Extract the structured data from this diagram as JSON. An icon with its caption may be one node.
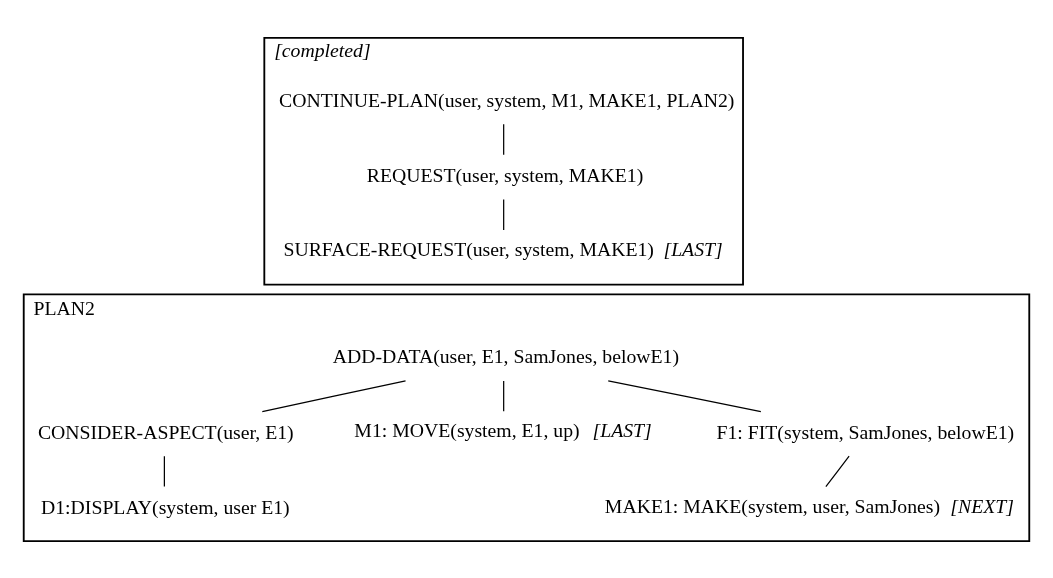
{
  "diagram": {
    "nodes": [
      {
        "text": [
          "[completed]"
        ]
      },
      {
        "text": [
          "CONTINUE-PLAN(user, system, M1, MAKE1, PLAN2)"
        ],
        "in": 0
      },
      {
        "text": [
          "REQUEST(user, system, MAKE1)"
        ],
        "in": 0
      },
      {
        "text": [
          "SURFACE-REQUEST(user, system, MAKE1)"
        ],
        "in": 0,
        "beside": [
          "[LAST]"
        ]
      },
      {
        "text": [
          "PLAN2"
        ]
      },
      {
        "text": [
          "ADD-DATA(user, E1, SamJones, belowE1)"
        ],
        "in": 4
      },
      {
        "text": [
          "CONSIDER-ASPECT(user, E1)"
        ],
        "in": 4
      },
      {
        "text": [
          "M1: MOVE(system, E1, up)"
        ],
        "in": 4,
        "beside": [
          "[LAST]"
        ]
      },
      {
        "text": [
          "F1: FIT(system, SamJones, belowE1)"
        ],
        "in": 4
      },
      {
        "text": [
          "D1:DISPLAY(system, user E1)"
        ],
        "in": 4
      },
      {
        "text": [
          "MAKE1: MAKE(system, user, SamJones)"
        ],
        "in": 4,
        "beside": [
          "[NEXT]"
        ]
      }
    ],
    "edges": [
      {
        "from": 1,
        "to": 2,
        "arrow": "none"
      },
      {
        "from": 2,
        "to": 3,
        "arrow": "none"
      },
      {
        "from": 5,
        "to": 6,
        "arrow": "none"
      },
      {
        "from": 5,
        "to": 7,
        "arrow": "none"
      },
      {
        "from": 5,
        "to": 8,
        "arrow": "none"
      },
      {
        "from": 6,
        "to": 9,
        "arrow": "none"
      },
      {
        "from": 8,
        "to": 10,
        "arrow": "none"
      }
    ]
  }
}
